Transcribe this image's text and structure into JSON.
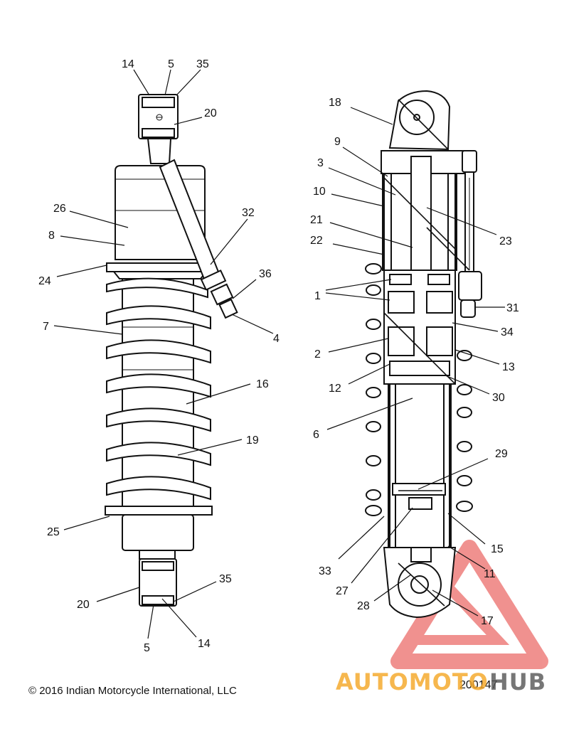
{
  "copyright": "© 2016 Indian Motorcycle International, LLC",
  "figure_number": "200147",
  "watermark": {
    "part1": "AUTOMOTO",
    "part2": "HUB",
    "color1": "#f5a623",
    "color2": "#555555",
    "triangle_color": "#e53935"
  },
  "left_callouts": [
    "14",
    "5",
    "35",
    "20",
    "26",
    "32",
    "8",
    "36",
    "24",
    "4",
    "7",
    "16",
    "19",
    "25",
    "35",
    "20",
    "5",
    "14"
  ],
  "right_callouts": [
    "18",
    "9",
    "3",
    "10",
    "23",
    "21",
    "22",
    "1",
    "31",
    "34",
    "2",
    "13",
    "12",
    "30",
    "6",
    "29",
    "15",
    "33",
    "11",
    "27",
    "28",
    "17"
  ]
}
